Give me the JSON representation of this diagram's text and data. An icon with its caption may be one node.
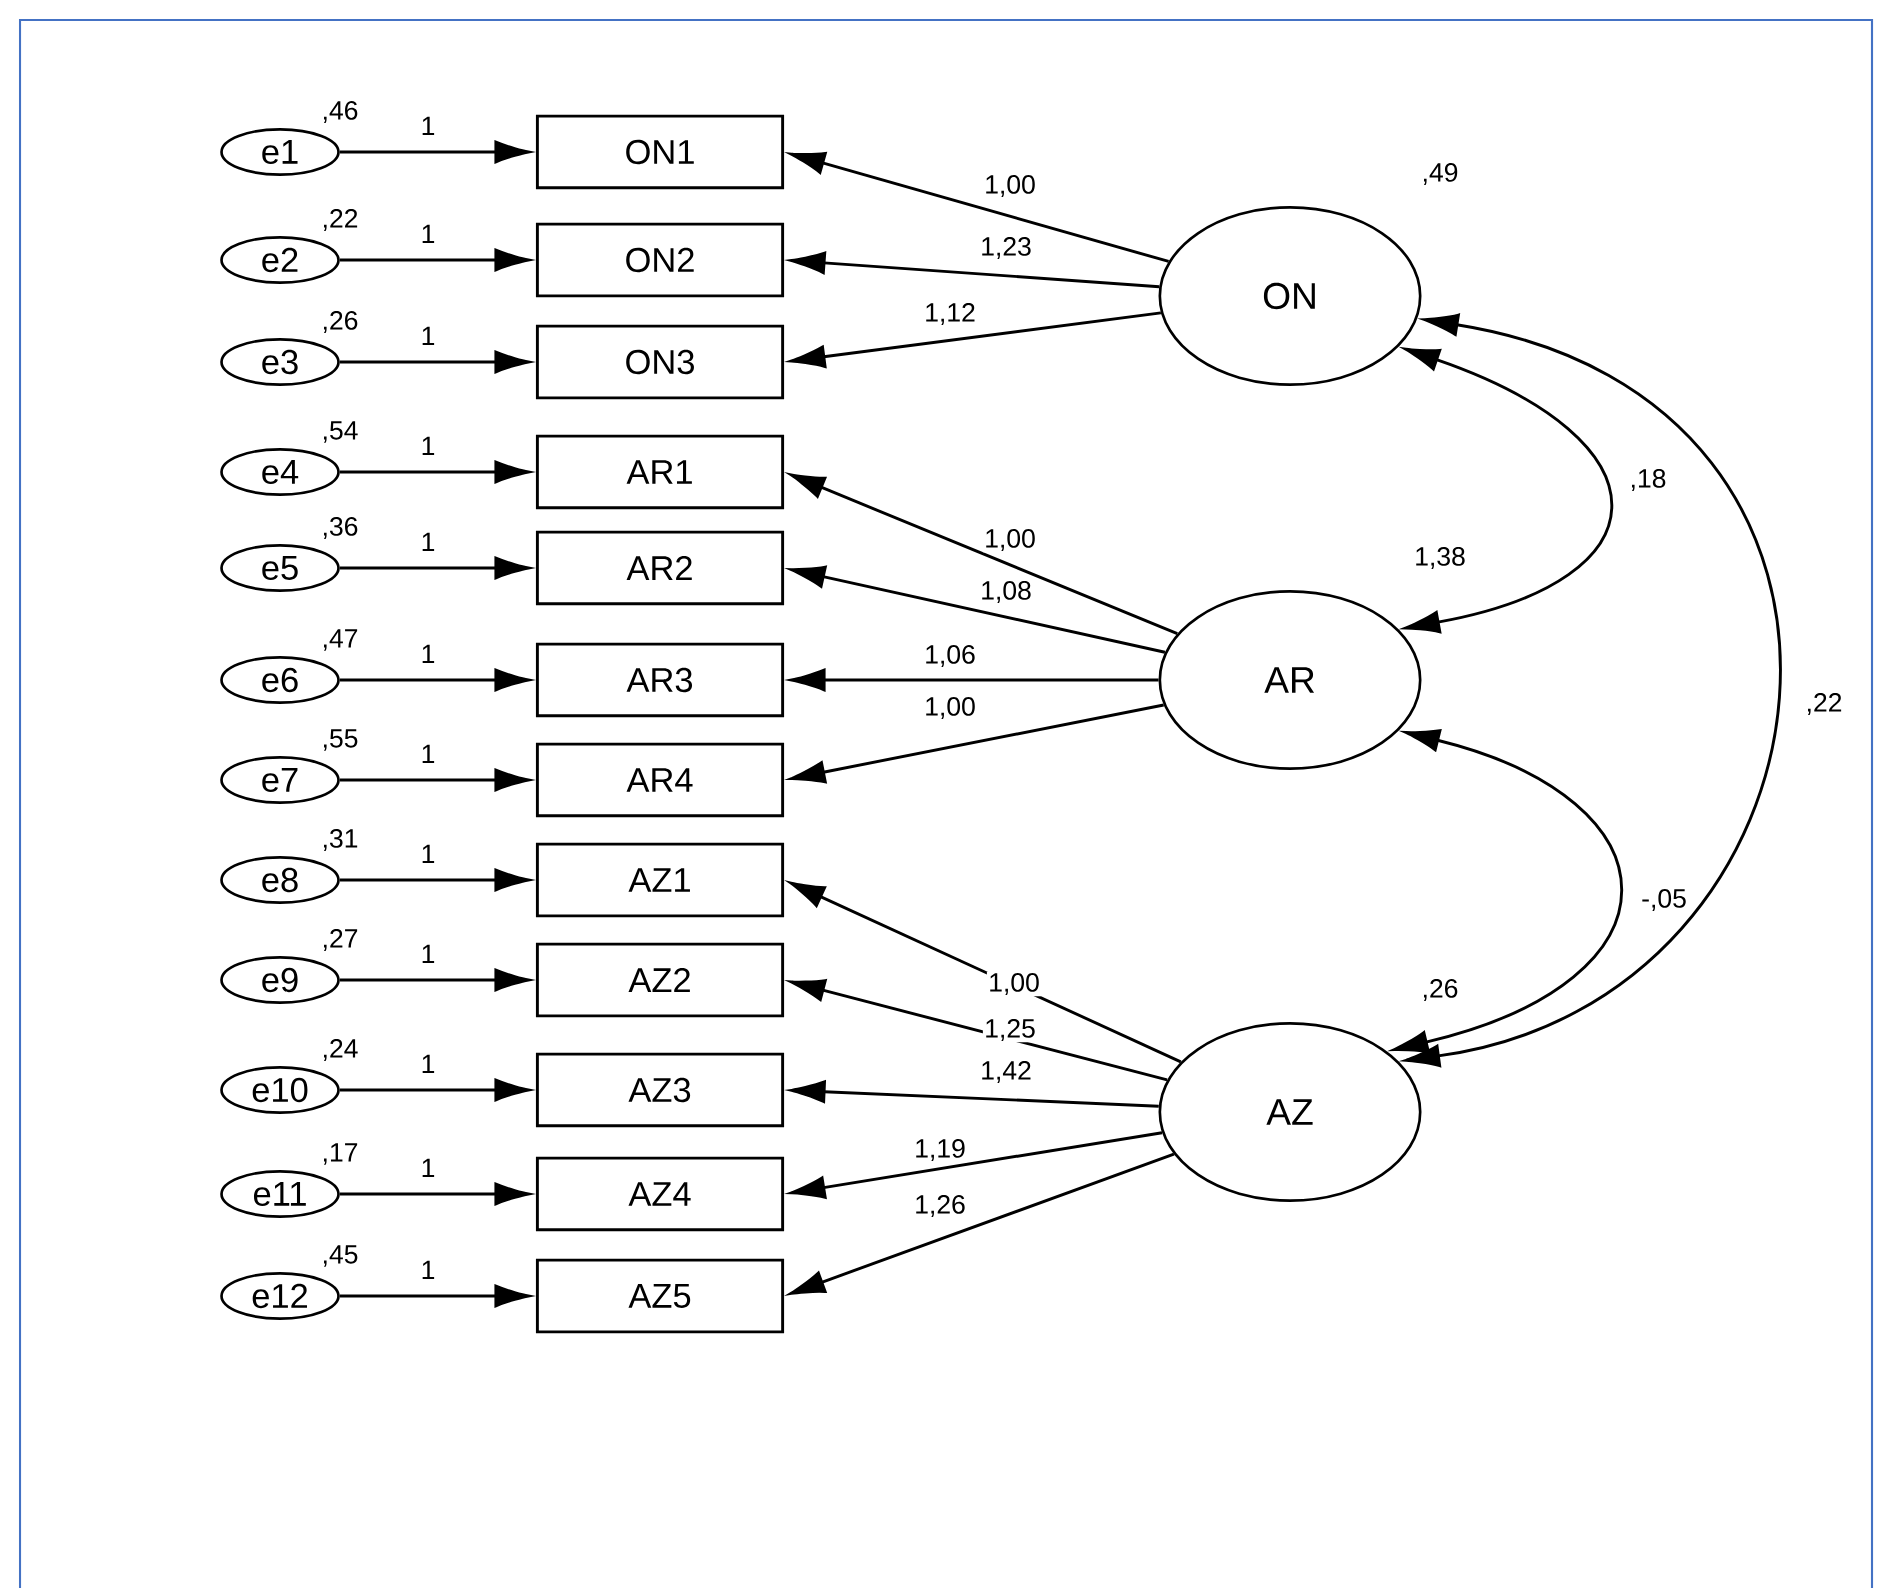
{
  "diagram": {
    "nodes": [
      {
        "text": [
          "e1"
        ],
        "beside": [
          ",46"
        ]
      },
      {
        "text": [
          "e2"
        ],
        "beside": [
          ",22"
        ]
      },
      {
        "text": [
          "e3"
        ],
        "beside": [
          ",26"
        ]
      },
      {
        "text": [
          "e4"
        ],
        "beside": [
          ",54"
        ]
      },
      {
        "text": [
          "e5"
        ],
        "beside": [
          ",36"
        ]
      },
      {
        "text": [
          "e6"
        ],
        "beside": [
          ",47"
        ]
      },
      {
        "text": [
          "e7"
        ],
        "beside": [
          ",55"
        ]
      },
      {
        "text": [
          "e8"
        ],
        "beside": [
          ",31"
        ]
      },
      {
        "text": [
          "e9"
        ],
        "beside": [
          ",27"
        ]
      },
      {
        "text": [
          "e10"
        ],
        "beside": [
          ",24"
        ]
      },
      {
        "text": [
          "e11"
        ],
        "beside": [
          ",17"
        ]
      },
      {
        "text": [
          "e12"
        ],
        "beside": [
          ",45"
        ]
      },
      {
        "text": [
          "ON1"
        ]
      },
      {
        "text": [
          "ON2"
        ]
      },
      {
        "text": [
          "ON3"
        ]
      },
      {
        "text": [
          "AR1"
        ]
      },
      {
        "text": [
          "AR2"
        ]
      },
      {
        "text": [
          "AR3"
        ]
      },
      {
        "text": [
          "AR4"
        ]
      },
      {
        "text": [
          "AZ1"
        ]
      },
      {
        "text": [
          "AZ2"
        ]
      },
      {
        "text": [
          "AZ3"
        ]
      },
      {
        "text": [
          "AZ4"
        ]
      },
      {
        "text": [
          "AZ5"
        ]
      },
      {
        "text": [
          "ON"
        ],
        "beside": [
          ",49"
        ]
      },
      {
        "text": [
          "AR"
        ],
        "beside": [
          "1,38"
        ]
      },
      {
        "text": [
          "AZ"
        ],
        "beside": [
          ",26"
        ]
      }
    ],
    "edges": [
      {
        "from": 0,
        "to": 12,
        "arrow": "to",
        "label": "1"
      },
      {
        "from": 1,
        "to": 13,
        "arrow": "to",
        "label": "1"
      },
      {
        "from": 2,
        "to": 14,
        "arrow": "to",
        "label": "1"
      },
      {
        "from": 3,
        "to": 15,
        "arrow": "to",
        "label": "1"
      },
      {
        "from": 4,
        "to": 16,
        "arrow": "to",
        "label": "1"
      },
      {
        "from": 5,
        "to": 17,
        "arrow": "to",
        "label": "1"
      },
      {
        "from": 6,
        "to": 18,
        "arrow": "to",
        "label": "1"
      },
      {
        "from": 7,
        "to": 19,
        "arrow": "to",
        "label": "1"
      },
      {
        "from": 8,
        "to": 20,
        "arrow": "to",
        "label": "1"
      },
      {
        "from": 9,
        "to": 21,
        "arrow": "to",
        "label": "1"
      },
      {
        "from": 10,
        "to": 22,
        "arrow": "to",
        "label": "1"
      },
      {
        "from": 11,
        "to": 23,
        "arrow": "to",
        "label": "1"
      },
      {
        "from": 24,
        "to": 12,
        "arrow": "to",
        "label": "1,00"
      },
      {
        "from": 24,
        "to": 13,
        "arrow": "to",
        "label": "1,23"
      },
      {
        "from": 24,
        "to": 14,
        "arrow": "to",
        "label": "1,12"
      },
      {
        "from": 25,
        "to": 15,
        "arrow": "to",
        "label": "1,00"
      },
      {
        "from": 25,
        "to": 16,
        "arrow": "to",
        "label": "1,08"
      },
      {
        "from": 25,
        "to": 17,
        "arrow": "to",
        "label": "1,06"
      },
      {
        "from": 25,
        "to": 18,
        "arrow": "to",
        "label": "1,00"
      },
      {
        "from": 26,
        "to": 19,
        "arrow": "to",
        "label": "1,00"
      },
      {
        "from": 26,
        "to": 20,
        "arrow": "to",
        "label": "1,25"
      },
      {
        "from": 26,
        "to": 21,
        "arrow": "to",
        "label": "1,42"
      },
      {
        "from": 26,
        "to": 22,
        "arrow": "to",
        "label": "1,19"
      },
      {
        "from": 26,
        "to": 23,
        "arrow": "to",
        "label": "1,26"
      },
      {
        "from": 24,
        "to": 25,
        "arrow": "both",
        "label": ",18"
      },
      {
        "from": 24,
        "to": 26,
        "arrow": "both",
        "label": ",22"
      },
      {
        "from": 25,
        "to": 26,
        "arrow": "both",
        "label": "-,05"
      }
    ]
  }
}
